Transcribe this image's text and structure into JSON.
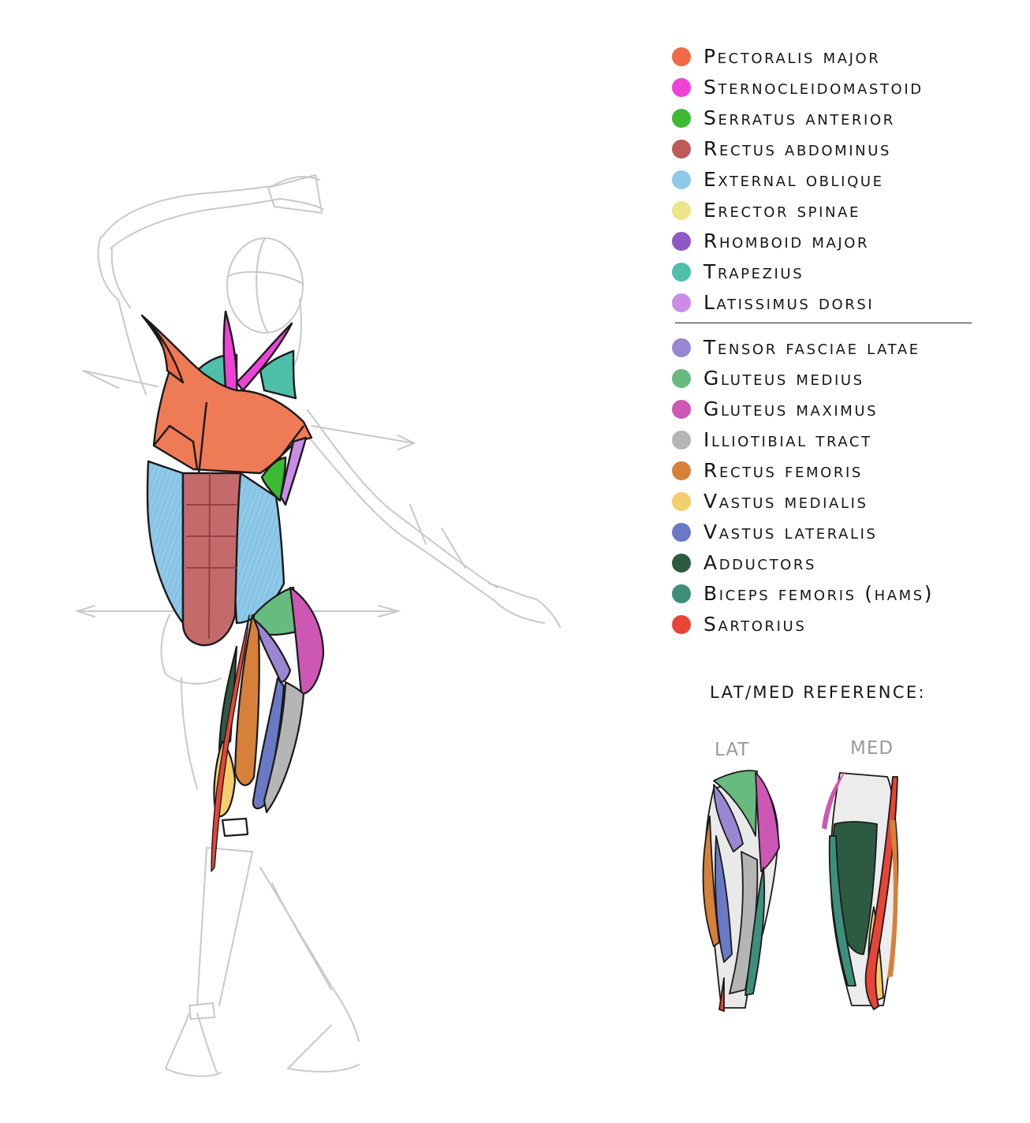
{
  "legend": {
    "upper": [
      {
        "label": "Pectoralis major",
        "color": "#ef6a45"
      },
      {
        "label": "Sternocleidomastoid",
        "color": "#ee43d6"
      },
      {
        "label": "Serratus anterior",
        "color": "#3cba33"
      },
      {
        "label": "Rectus abdominus",
        "color": "#bf5a5a"
      },
      {
        "label": "External oblique",
        "color": "#8ec9ea"
      },
      {
        "label": "Erector spinae",
        "color": "#ece58a"
      },
      {
        "label": "Rhomboid major",
        "color": "#8d5ac5"
      },
      {
        "label": "Trapezius",
        "color": "#4ebfa9"
      },
      {
        "label": "Latissimus dorsi",
        "color": "#c98de8"
      }
    ],
    "lower": [
      {
        "label": "Tensor fasciae latae",
        "color": "#9a87d1"
      },
      {
        "label": "Gluteus medius",
        "color": "#67bb7e"
      },
      {
        "label": "Gluteus maximus",
        "color": "#cd57b4"
      },
      {
        "label": "Illiotibial tract",
        "color": "#b5b5b5"
      },
      {
        "label": "Rectus femoris",
        "color": "#d6803a"
      },
      {
        "label": "Vastus medialis",
        "color": "#f4cd6e"
      },
      {
        "label": "Vastus lateralis",
        "color": "#6a79c6"
      },
      {
        "label": "Adductors",
        "color": "#2d5b41"
      },
      {
        "label": "Biceps femoris (hams)",
        "color": "#3d8f7c"
      },
      {
        "label": "Sartorius",
        "color": "#e84537"
      }
    ]
  },
  "reference": {
    "title": "LAT/MED REFERENCE:",
    "lateral_tag": "LAT",
    "medial_tag": "MED"
  }
}
